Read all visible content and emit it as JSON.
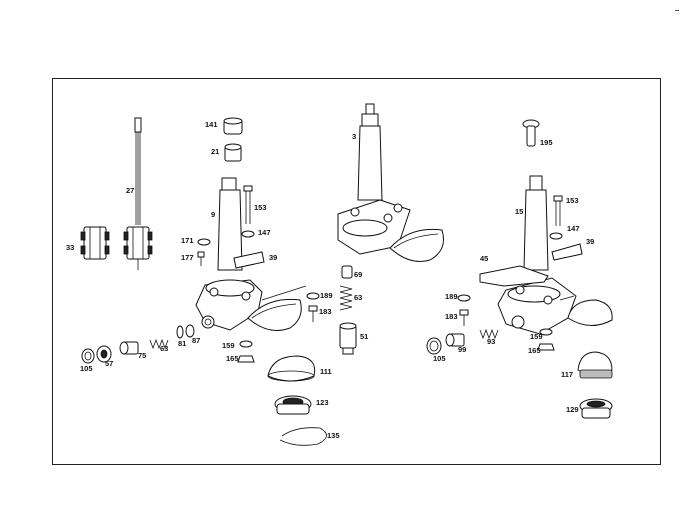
{
  "callouts": {
    "p3": "3",
    "p9": "9",
    "p15": "15",
    "p21": "21",
    "p27": "27",
    "p33": "33",
    "p39a": "39",
    "p39b": "39",
    "p45": "45",
    "p51": "51",
    "p57": "57",
    "p63a": "63",
    "p63b": "63",
    "p69": "69",
    "p75": "75",
    "p81": "81",
    "p87": "87",
    "p93": "93",
    "p99": "99",
    "p105a": "105",
    "p105b": "105",
    "p111": "111",
    "p117": "117",
    "p123": "123",
    "p129": "129",
    "p135": "135",
    "p141": "141",
    "p147a": "147",
    "p147b": "147",
    "p153a": "153",
    "p153b": "153",
    "p159a": "159",
    "p159b": "159",
    "p165a": "165",
    "p165b": "165",
    "p171": "171",
    "p177": "177",
    "p183a": "183",
    "p183b": "183",
    "p189a": "189",
    "p189b": "189",
    "p195": "195"
  }
}
